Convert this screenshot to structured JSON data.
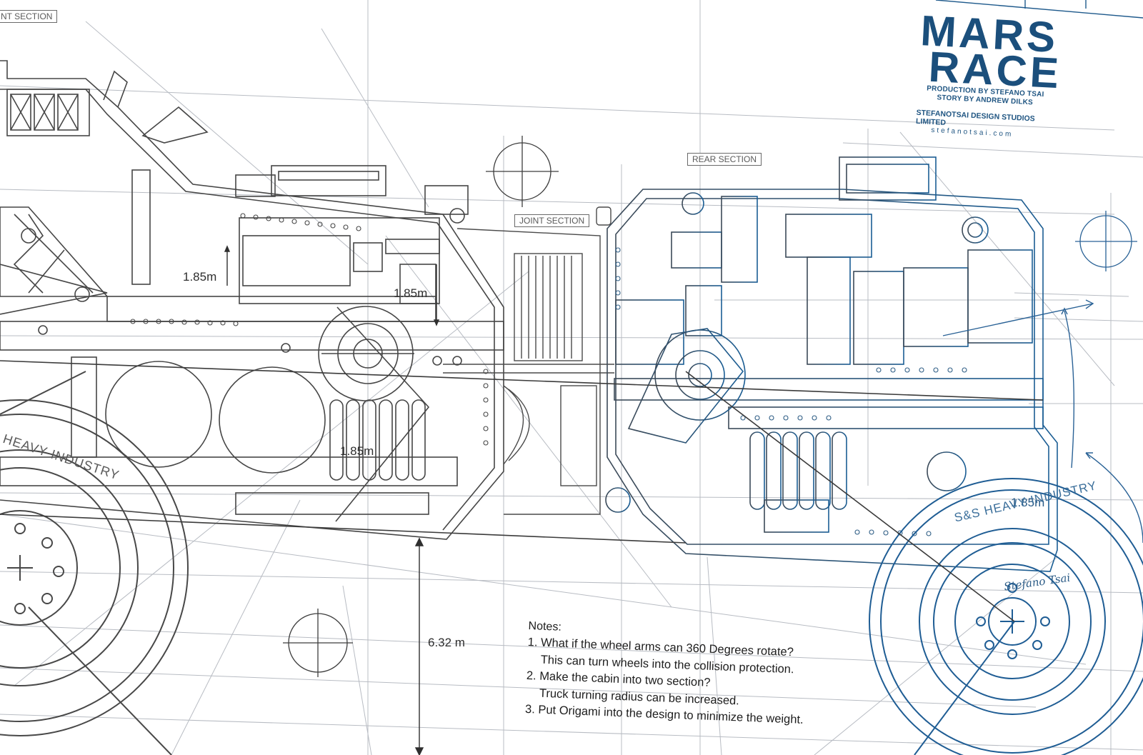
{
  "title": {
    "line1": "MARS",
    "line2": "RACE",
    "production": "PRODUCTION BY STEFANO TSAI",
    "story": "STORY BY ANDREW DILKS",
    "studio": "STEFANOTSAI DESIGN STUDIOS LIMITED",
    "website": "stefanotsai.com"
  },
  "section_labels": {
    "front": "NT SECTION",
    "joint": "JOINT SECTION",
    "rear": "REAR SECTION"
  },
  "dimensions": {
    "front_height": "1.85m",
    "joint_height": "1.85m",
    "tank_height": "1.85m",
    "rear_height": "1.85m",
    "overall_height": "6.32 m"
  },
  "brand": {
    "left": "HEAVY INDUSTRY",
    "right": "S&S HEAVY INDUSTRY"
  },
  "signature": "Stefano Tsai",
  "notes": {
    "heading": "Notes:",
    "lines": [
      "1. What if the wheel arms can 360 Degrees rotate?",
      "This can turn wheels into the collision protection.",
      "2. Make the cabin into two section?",
      "Truck  turning radius can be increased.",
      "3. Put Origami into the design to minimize the weight."
    ]
  },
  "colors": {
    "front_line": "#4a4a4a",
    "rear_line": "#1f5a8c",
    "guide_line": "#b4b8bf",
    "title": "#1b4f7c"
  }
}
